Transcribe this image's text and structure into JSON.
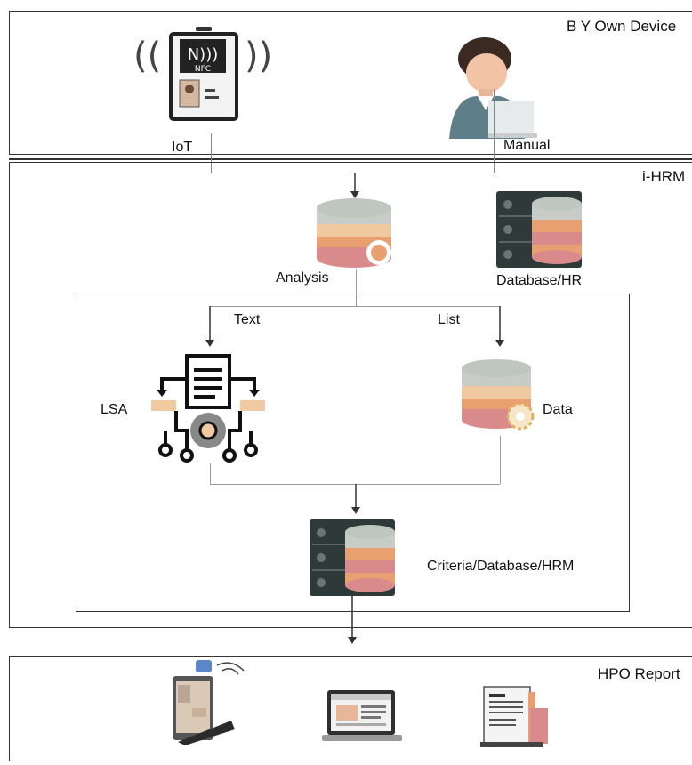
{
  "panels": {
    "top": {
      "title": "B Y Own Device",
      "left_label": "IoT",
      "right_label": "Manual",
      "nfc_text": "NFC"
    },
    "middle": {
      "title": "i-HRM",
      "analysis_label": "Analysis",
      "database_label": "Database/HR"
    },
    "inner": {
      "text_label": "Text",
      "list_label": "List",
      "lsa_label": "LSA",
      "data_label": "Data",
      "criteria_label": "Criteria/Database/HRM"
    },
    "bottom": {
      "title": "HPO Report"
    }
  },
  "icons": {
    "nfc_card": "nfc-card-icon",
    "person": "person-at-laptop-icon",
    "analysis": "database-cylinder-icon",
    "server": "server-database-icon",
    "lsa": "document-network-icon",
    "data": "database-gear-icon",
    "criteria": "server-database-icon",
    "mobile": "mobile-hand-icon",
    "laptop": "laptop-icon",
    "report": "report-document-icon"
  },
  "colors": {
    "panel_border": "#333333",
    "cylinder_top": "#c8ccc8",
    "cylinder_band1": "#f0c9a0",
    "cylinder_band2": "#e8a070",
    "cylinder_band3": "#d98a8a",
    "server_dark": "#2e3a3a"
  }
}
